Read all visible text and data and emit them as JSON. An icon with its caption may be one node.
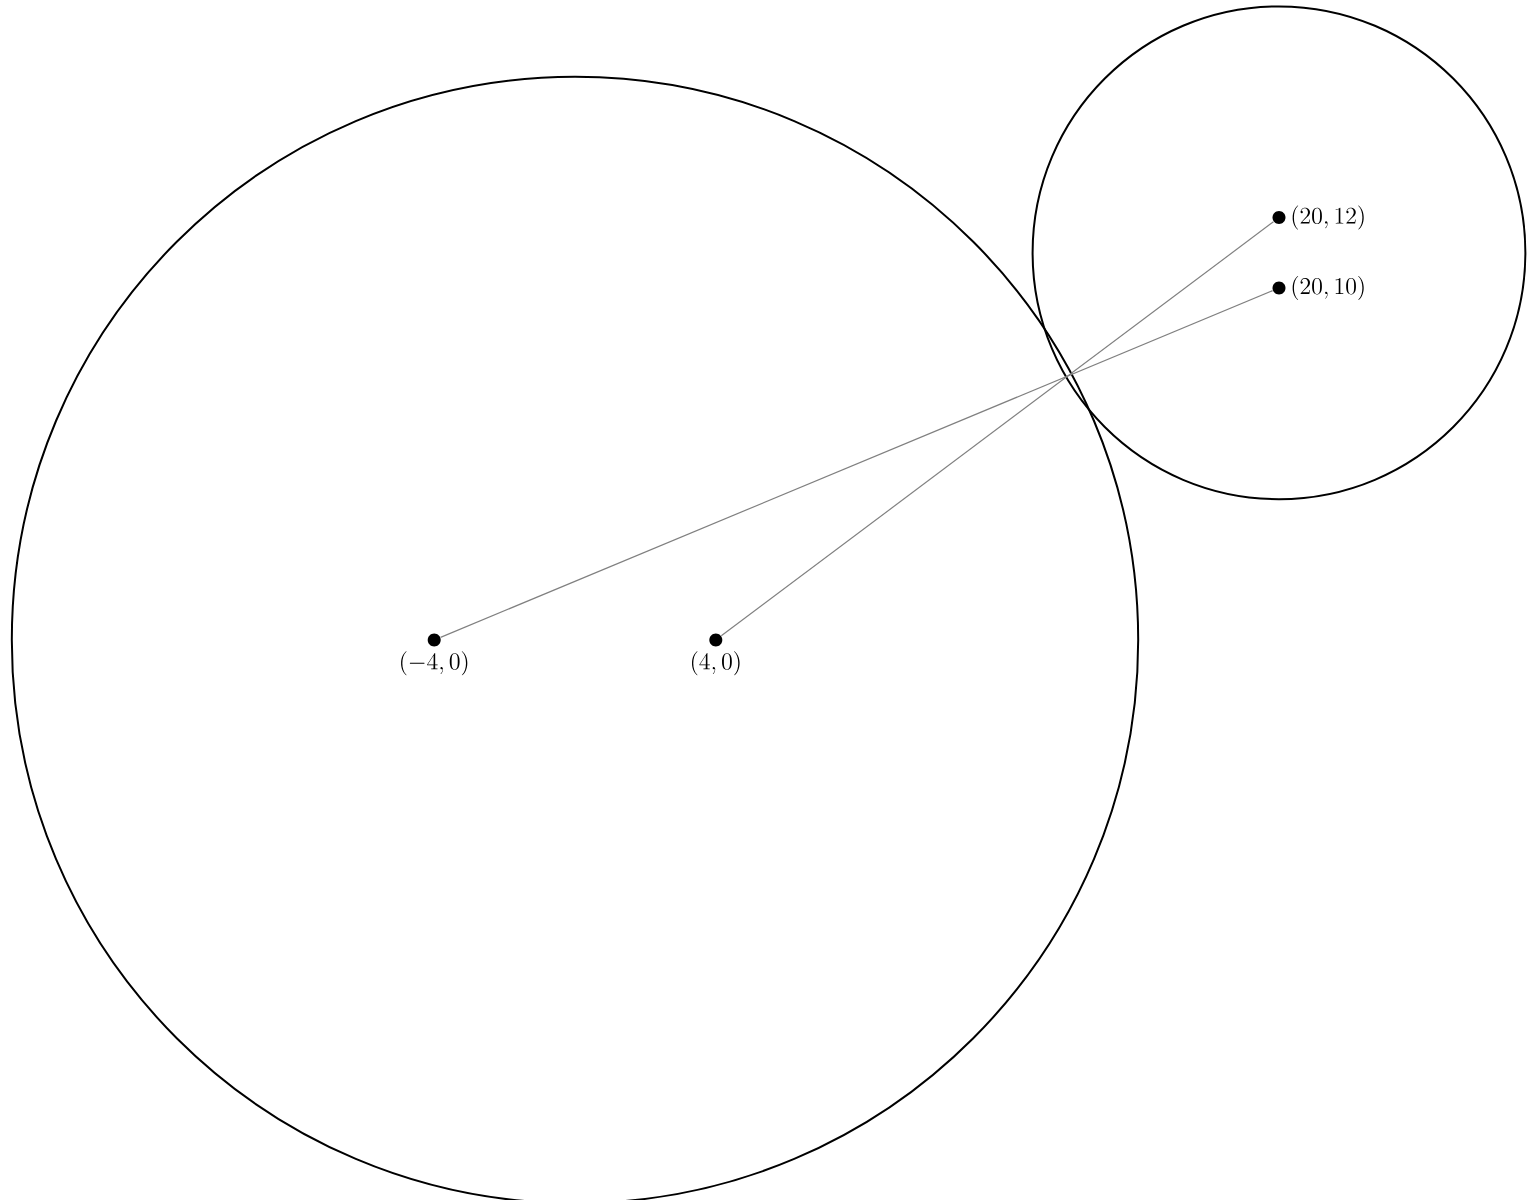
{
  "diagram": {
    "nodes": [
      {
        "text": [],
        "shape": "circle"
      },
      {
        "text": [],
        "shape": "circle"
      },
      {
        "text": [
          "(-4,0)"
        ],
        "in": 0
      },
      {
        "text": [
          "(4,0)"
        ],
        "in": 0
      },
      {
        "text": [
          "(20,12)"
        ],
        "in": 1
      },
      {
        "text": [
          "(20,10)"
        ],
        "in": 1
      }
    ],
    "edges": [
      {
        "from": 2,
        "to": 5,
        "arrow": "none"
      },
      {
        "from": 3,
        "to": 4,
        "arrow": "none"
      }
    ]
  }
}
